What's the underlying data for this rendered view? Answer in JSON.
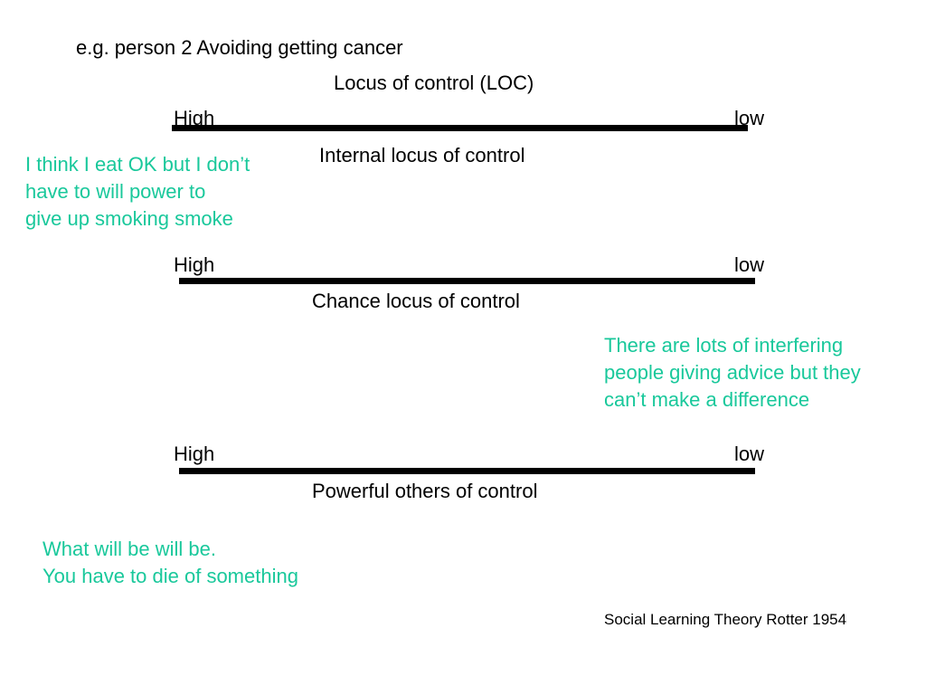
{
  "slide": {
    "header": "e.g. person 2 Avoiding getting  cancer",
    "title": "Locus of control (LOC)",
    "scales": [
      {
        "high_label": "High",
        "low_label": "low",
        "name": "Internal locus of control"
      },
      {
        "high_label": "High",
        "low_label": "low",
        "name": "Chance locus of control"
      },
      {
        "high_label": "High",
        "low_label": "low",
        "name": "Powerful others of control"
      }
    ],
    "quotes": {
      "internal": [
        " I think I eat OK but I don’t",
        "have to will power to",
        "give up smoking smoke"
      ],
      "chance": [
        "There are lots of interfering",
        "people giving advice but they",
        "can’t make a difference"
      ],
      "powerful": [
        "What will be will be.",
        "You have to die of something"
      ]
    },
    "citation": "Social Learning Theory Rotter 1954",
    "colors": {
      "quote_text": "#19c89b",
      "body_text": "#000000",
      "scale_bar": "#000000"
    }
  }
}
